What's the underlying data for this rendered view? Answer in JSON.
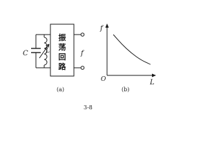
{
  "circuit": {
    "box_label": "振荡回路",
    "capacitor_label": "C",
    "inductor_label": "L",
    "output_label": "f",
    "caption": "(a)"
  },
  "graph": {
    "y_axis_label": "f",
    "x_axis_label": "L",
    "origin_label": "O",
    "caption": "(b)",
    "curve": {
      "description_type": "decreasing",
      "x": [
        0.13,
        0.3,
        0.5,
        0.7,
        0.9
      ],
      "y": [
        0.82,
        0.63,
        0.45,
        0.31,
        0.22
      ]
    }
  },
  "figure_number": "3-8",
  "colors": {
    "ink": "#1a1a1a",
    "background": "#ffffff"
  }
}
